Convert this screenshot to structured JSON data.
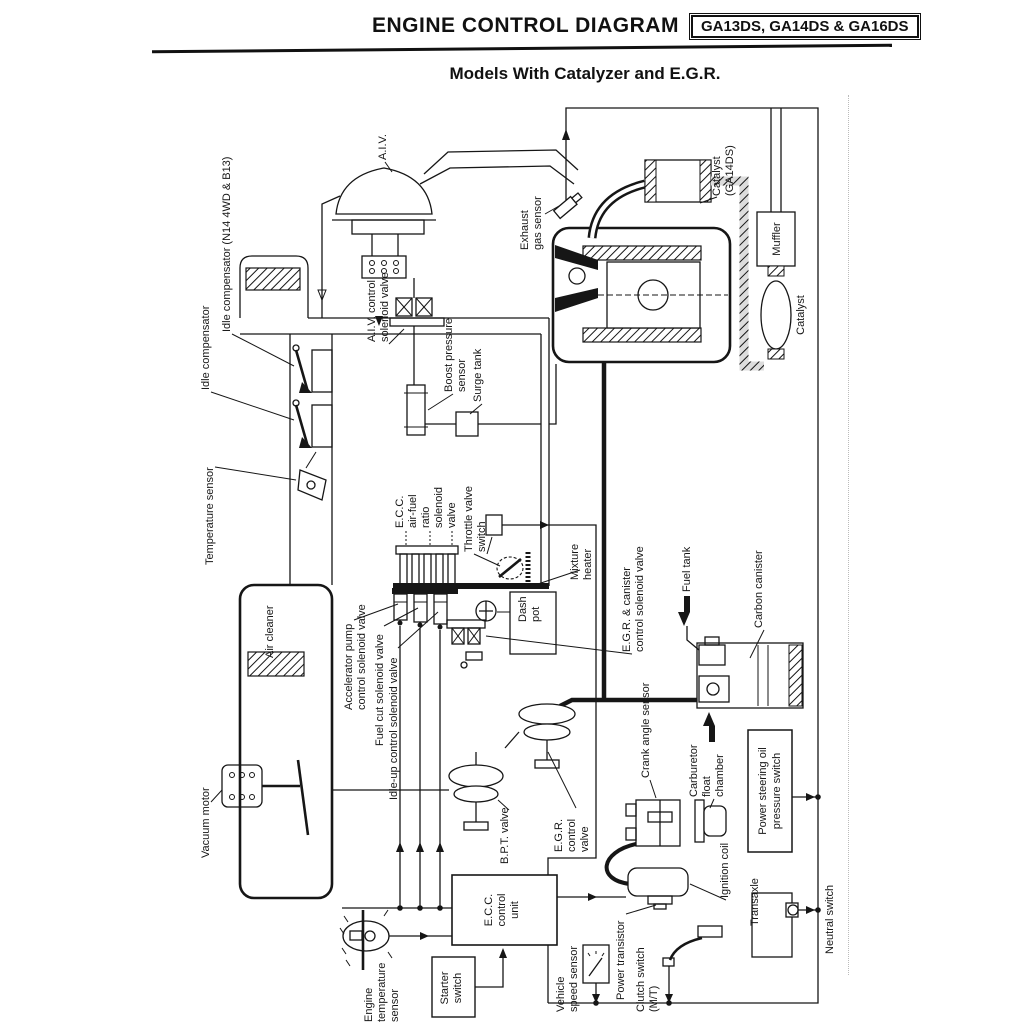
{
  "header": {
    "title": "ENGINE CONTROL DIAGRAM",
    "badge": "GA13DS, GA14DS & GA16DS",
    "subtitle": "Models With Catalyzer and E.G.R."
  },
  "diagram": {
    "labels": {
      "aiv": [
        "A.I.V."
      ],
      "idle_compensator_n14": [
        "Idle compensator (N14 4WD & B13)"
      ],
      "idle_compensator": [
        "Idle compensator"
      ],
      "aiv_control_solenoid": [
        "A.I.V. control",
        "solenoid valve"
      ],
      "exhaust_gas_sensor": [
        "Exhaust",
        "gas sensor"
      ],
      "catalyst_ga14ds": [
        "Catalyst",
        "(GA14DS)"
      ],
      "muffler": [
        "Muffler"
      ],
      "catalyst": [
        "Catalyst"
      ],
      "boost_pressure_sensor": [
        "Boost pressure",
        "sensor"
      ],
      "surge_tank": [
        "Surge tank"
      ],
      "temperature_sensor": [
        "Temperature sensor"
      ],
      "ecc_air_fuel_ratio_solenoid": [
        "E.C.C.",
        "air-fuel",
        "ratio",
        "solenoid",
        "valve"
      ],
      "throttle_valve_switch": [
        "Throttle valve",
        "switch"
      ],
      "mixture_heater": [
        "Mixture",
        "heater"
      ],
      "air_cleaner": [
        "Air cleaner"
      ],
      "dash_pot": [
        "Dash",
        "pot"
      ],
      "egr_canister_solenoid": [
        "E.G.R. & canister",
        "control solenoid valve"
      ],
      "fuel_tank": [
        "Fuel tank"
      ],
      "carbon_canister": [
        "Carbon canister"
      ],
      "accelerator_pump_solenoid": [
        "Accelerator pump",
        "control solenoid valve"
      ],
      "fuel_cut_solenoid": [
        "Fuel cut solenoid valve"
      ],
      "idle_up_solenoid": [
        "Idle-up control solenoid valve"
      ],
      "vacuum_motor": [
        "Vacuum motor"
      ],
      "bpt_valve": [
        "B.P.T. valve"
      ],
      "egr_control_valve": [
        "E.G.R.",
        "control",
        "valve"
      ],
      "crank_angle_sensor": [
        "Crank angle sensor"
      ],
      "carburetor_float_chamber": [
        "Carburetor",
        "float",
        "chamber"
      ],
      "ignition_coil": [
        "Ignition coil"
      ],
      "power_steering_switch": [
        "Power steering oil",
        "pressure switch"
      ],
      "transaxle": [
        "Transaxle"
      ],
      "neutral_switch": [
        "Neutral switch"
      ],
      "ecc_control_unit": [
        "E.C.C.",
        "control",
        "unit"
      ],
      "starter_switch": [
        "Starter",
        "switch"
      ],
      "engine_temperature_sensor": [
        "Engine",
        "temperature",
        "sensor"
      ],
      "vehicle_speed_sensor": [
        "Vehicle",
        "speed sensor"
      ],
      "power_transistor": [
        "Power transistor"
      ],
      "clutch_switch": [
        "Clutch switch",
        "(M/T)"
      ]
    }
  }
}
